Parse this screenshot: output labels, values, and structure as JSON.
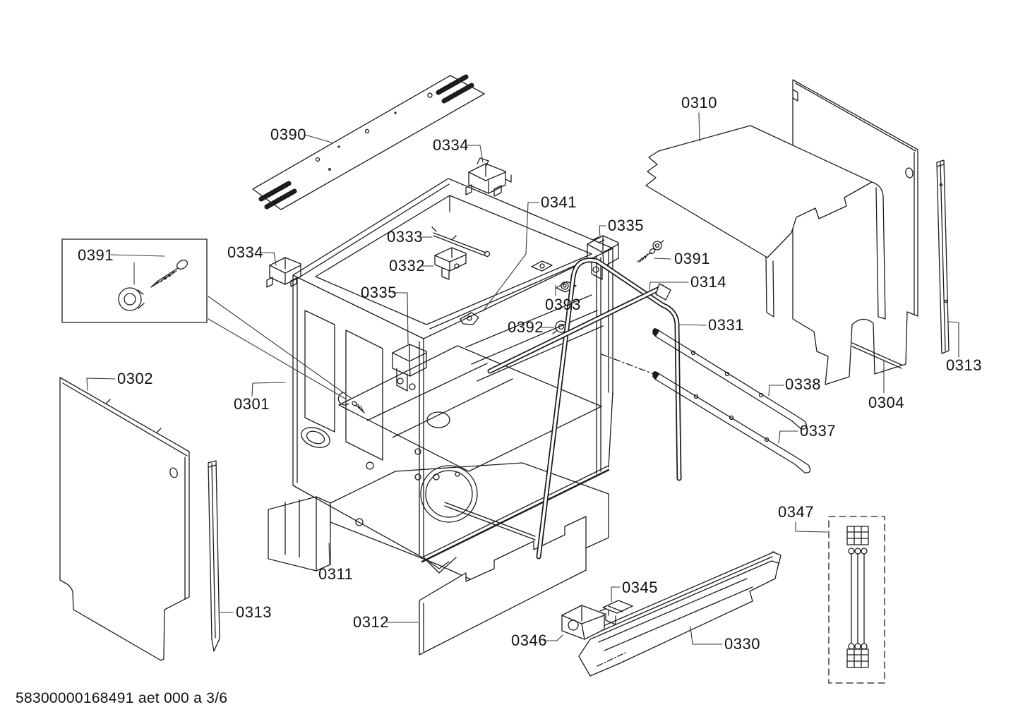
{
  "diagram": {
    "type": "exploded-parts-diagram",
    "part_numbers": [
      "0301",
      "0302",
      "0304",
      "0310",
      "0311",
      "0312",
      "0313",
      "0314",
      "0330",
      "0331",
      "0332",
      "0333",
      "0334",
      "0335",
      "0337",
      "0338",
      "0341",
      "0345",
      "0346",
      "0347",
      "0390",
      "0391",
      "0392",
      "0393"
    ],
    "labels": [
      {
        "id": "0390",
        "text": "0390"
      },
      {
        "id": "0334-top",
        "text": "0334"
      },
      {
        "id": "0334-left",
        "text": "0334"
      },
      {
        "id": "0341",
        "text": "0341"
      },
      {
        "id": "0333",
        "text": "0333"
      },
      {
        "id": "0332",
        "text": "0332"
      },
      {
        "id": "0335-left",
        "text": "0335"
      },
      {
        "id": "0335-right",
        "text": "0335"
      },
      {
        "id": "0391-inset",
        "text": "0391"
      },
      {
        "id": "0391-right",
        "text": "0391"
      },
      {
        "id": "0310",
        "text": "0310"
      },
      {
        "id": "0314",
        "text": "0314"
      },
      {
        "id": "0393",
        "text": "0393"
      },
      {
        "id": "0392",
        "text": "0392"
      },
      {
        "id": "0331",
        "text": "0331"
      },
      {
        "id": "0338",
        "text": "0338"
      },
      {
        "id": "0337",
        "text": "0337"
      },
      {
        "id": "0304",
        "text": "0304"
      },
      {
        "id": "0313-right",
        "text": "0313"
      },
      {
        "id": "0302",
        "text": "0302"
      },
      {
        "id": "0301",
        "text": "0301"
      },
      {
        "id": "0313-left",
        "text": "0313"
      },
      {
        "id": "0311",
        "text": "0311"
      },
      {
        "id": "0312",
        "text": "0312"
      },
      {
        "id": "0346",
        "text": "0346"
      },
      {
        "id": "0345",
        "text": "0345"
      },
      {
        "id": "0330",
        "text": "0330"
      },
      {
        "id": "0347",
        "text": "0347"
      }
    ],
    "colors": {
      "line": "#1c1c1c",
      "background": "#ffffff",
      "label_text": "#111111"
    }
  },
  "footer": {
    "text": "58300000168491 aet 000 a 3/6"
  }
}
